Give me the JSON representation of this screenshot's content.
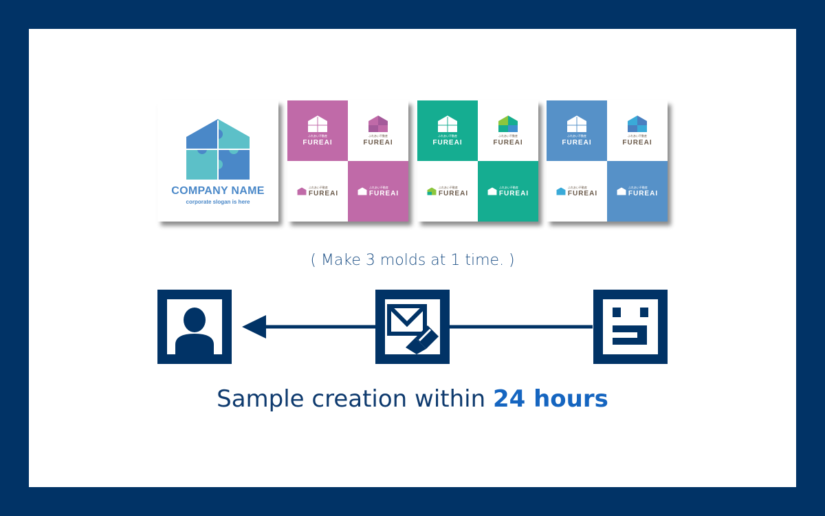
{
  "main_logo": {
    "company": "COMPANY NAME",
    "slogan": "corporate slogan is here"
  },
  "brand_word": "FUREAI",
  "brand_jp": "ふれあい不動産",
  "colors": {
    "frame": "#013366",
    "pink": "#c06aa8",
    "teal": "#15ad91",
    "blue": "#5691c8",
    "accent": "#1565c0"
  },
  "caption": "( Make 3 molds at 1 time. )",
  "headline": {
    "text": "Sample creation within ",
    "emphasis": "24 hours"
  },
  "flow_icons": [
    "person-icon",
    "mail-icon",
    "robot-face-icon"
  ]
}
